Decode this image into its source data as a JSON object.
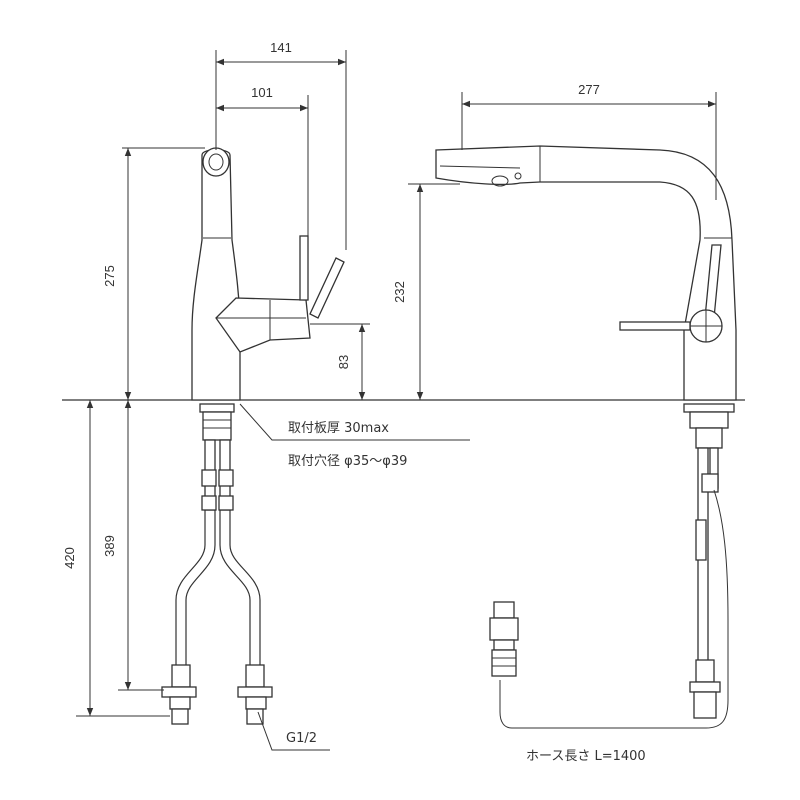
{
  "front_view": {
    "dim_141": "141",
    "dim_101": "101",
    "dim_275": "275",
    "dim_83": "83",
    "dim_420": "420",
    "dim_389": "389",
    "note_plate": "取付板厚 30max",
    "note_hole": "取付穴径 φ35～φ39",
    "note_thread": "G1/2"
  },
  "side_view": {
    "dim_277": "277",
    "dim_232": "232",
    "note_hose": "ホース長さ L=1400"
  }
}
